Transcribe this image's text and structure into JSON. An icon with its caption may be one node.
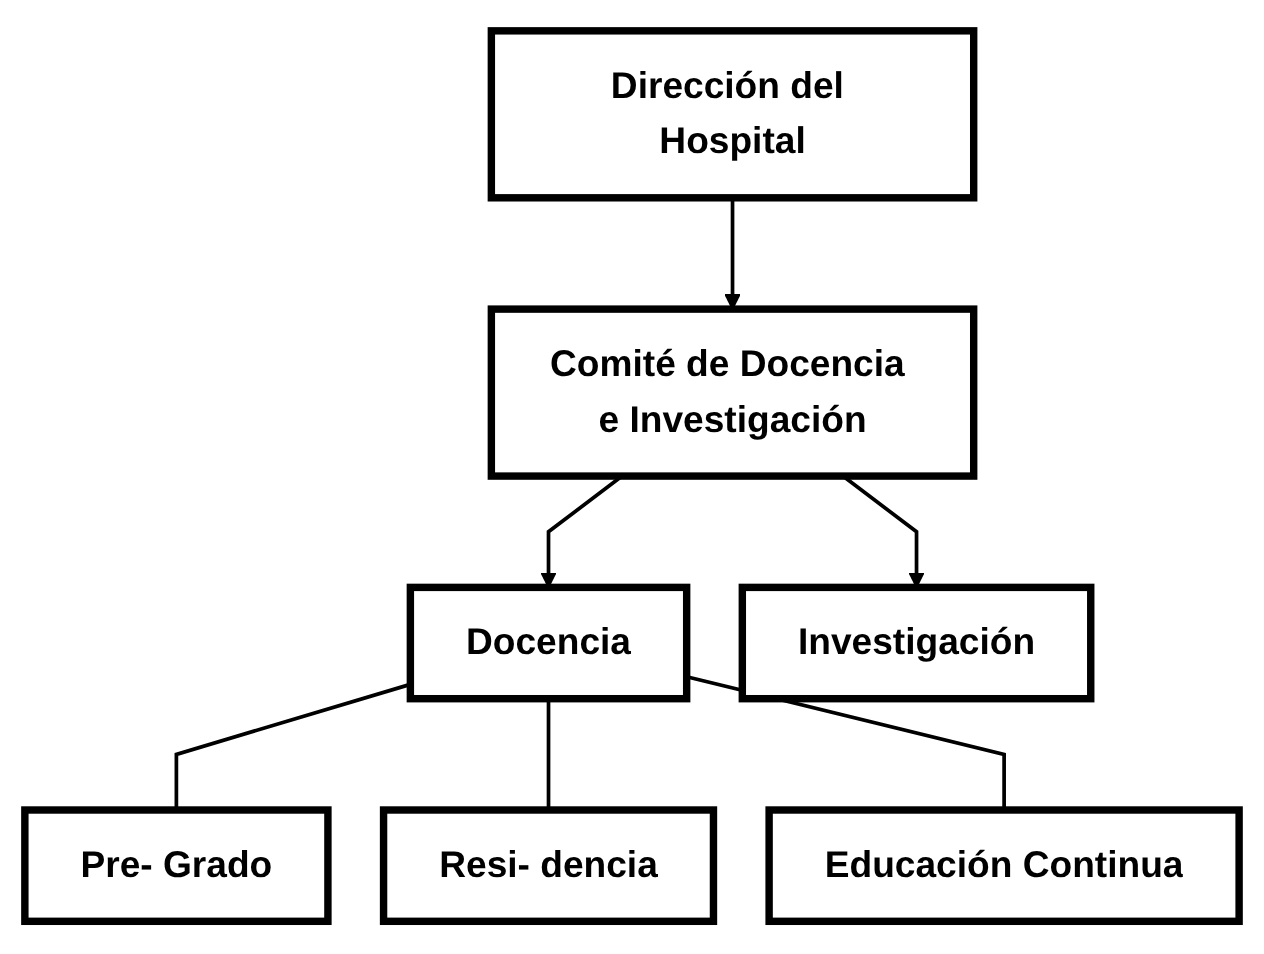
{
  "diagram": {
    "nodes": [
      {
        "text": [
          "Dirección del Hospital"
        ]
      },
      {
        "text": [
          "Comité de Docencia e Investigación"
        ]
      },
      {
        "text": [
          "Docencia"
        ]
      },
      {
        "text": [
          "Investigación"
        ]
      },
      {
        "text": [
          "Pre- Grado"
        ]
      },
      {
        "text": [
          "Resi- dencia"
        ]
      },
      {
        "text": [
          "Educación Continua"
        ]
      }
    ],
    "edges": [
      {
        "from": 0,
        "to": 1,
        "arrow": "to"
      },
      {
        "from": 1,
        "to": 2,
        "arrow": "to"
      },
      {
        "from": 1,
        "to": 3,
        "arrow": "to"
      },
      {
        "from": 2,
        "to": 4,
        "arrow": "none"
      },
      {
        "from": 2,
        "to": 5,
        "arrow": "none"
      },
      {
        "from": 2,
        "to": 6,
        "arrow": "none"
      }
    ]
  }
}
